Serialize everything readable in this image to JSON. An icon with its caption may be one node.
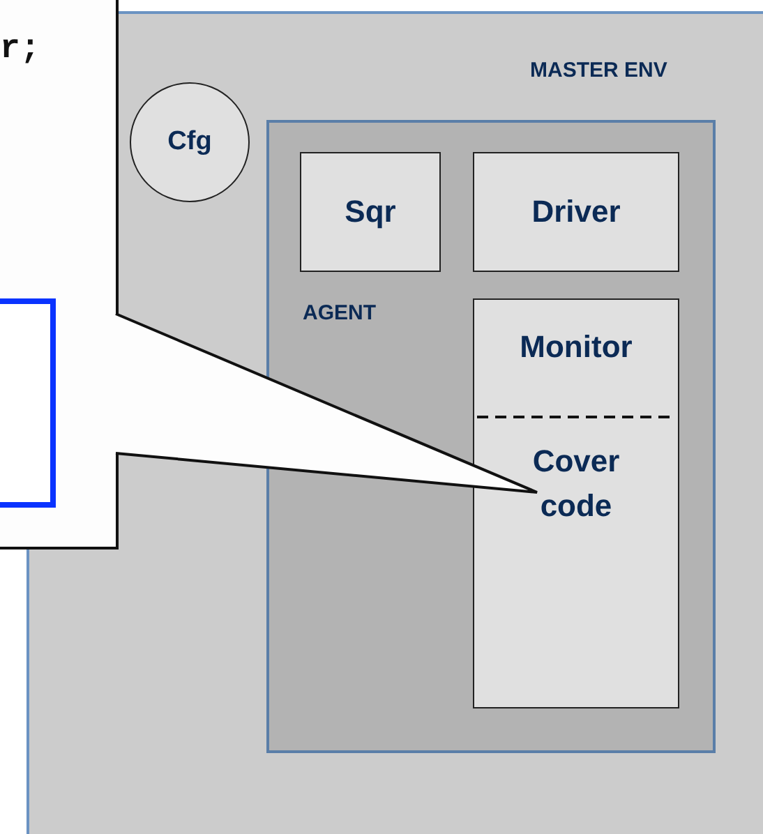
{
  "diagram": {
    "nodes": [
      {
        "text": [
          "MASTER ENV"
        ]
      },
      {
        "text": [
          "Cfg"
        ],
        "in": 0
      },
      {
        "text": [
          "AGENT"
        ],
        "in": 0
      },
      {
        "text": [
          "Sqr"
        ],
        "in": 2
      },
      {
        "text": [
          "Driver"
        ],
        "in": 2
      },
      {
        "text": [
          "Monitor",
          "Cover code"
        ],
        "in": 2
      },
      {
        "text": [
          "r;"
        ]
      },
      {
        "text": [],
        "shape": "box",
        "in": 6
      }
    ]
  }
}
